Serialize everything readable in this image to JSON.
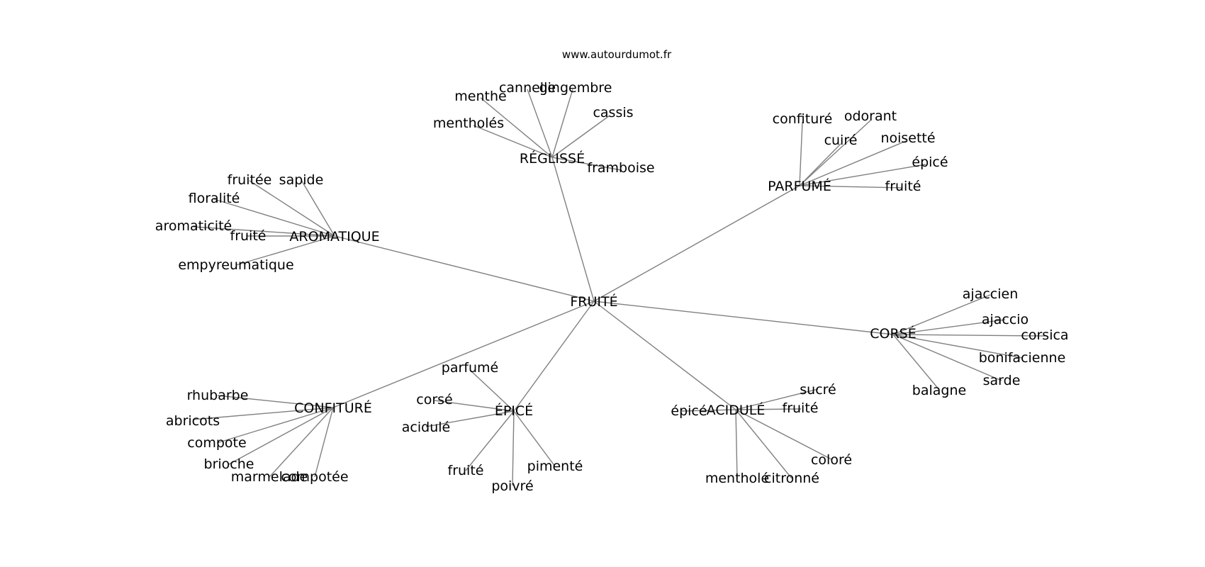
{
  "source": "www.autourdumot.fr",
  "center": "FRUITÉ",
  "clusters": [
    {
      "id": "reglisse",
      "label": "RÉGLISSÉ",
      "leaves": [
        "menthe",
        "cannelle",
        "gingembre",
        "cassis",
        "mentholés",
        "framboise"
      ]
    },
    {
      "id": "parfume",
      "label": "PARFUMÉ",
      "leaves": [
        "confituré",
        "odorant",
        "cuiré",
        "noisetté",
        "épicé",
        "fruité"
      ]
    },
    {
      "id": "aromatique",
      "label": "AROMATIQUE",
      "leaves": [
        "fruitée",
        "sapide",
        "floralité",
        "aromaticité",
        "fruité",
        "empyreumatique"
      ]
    },
    {
      "id": "corse",
      "label": "CORSÉ",
      "leaves": [
        "ajaccien",
        "ajaccio",
        "corsica",
        "bonifacienne",
        "sarde",
        "balagne"
      ]
    },
    {
      "id": "confiture",
      "label": "CONFITURÉ",
      "leaves": [
        "rhubarbe",
        "abricots",
        "compote",
        "brioche",
        "marmelade",
        "compotée"
      ]
    },
    {
      "id": "epice",
      "label": "ÉPICÉ",
      "leaves": [
        "parfumé",
        "corsé",
        "acidulé",
        "fruité",
        "poivré",
        "pimenté"
      ]
    },
    {
      "id": "acidule",
      "label": "ACIDULÉ",
      "leaves": [
        "épicé",
        "sucré",
        "fruité",
        "coloré",
        "mentholé",
        "citronné"
      ]
    }
  ]
}
